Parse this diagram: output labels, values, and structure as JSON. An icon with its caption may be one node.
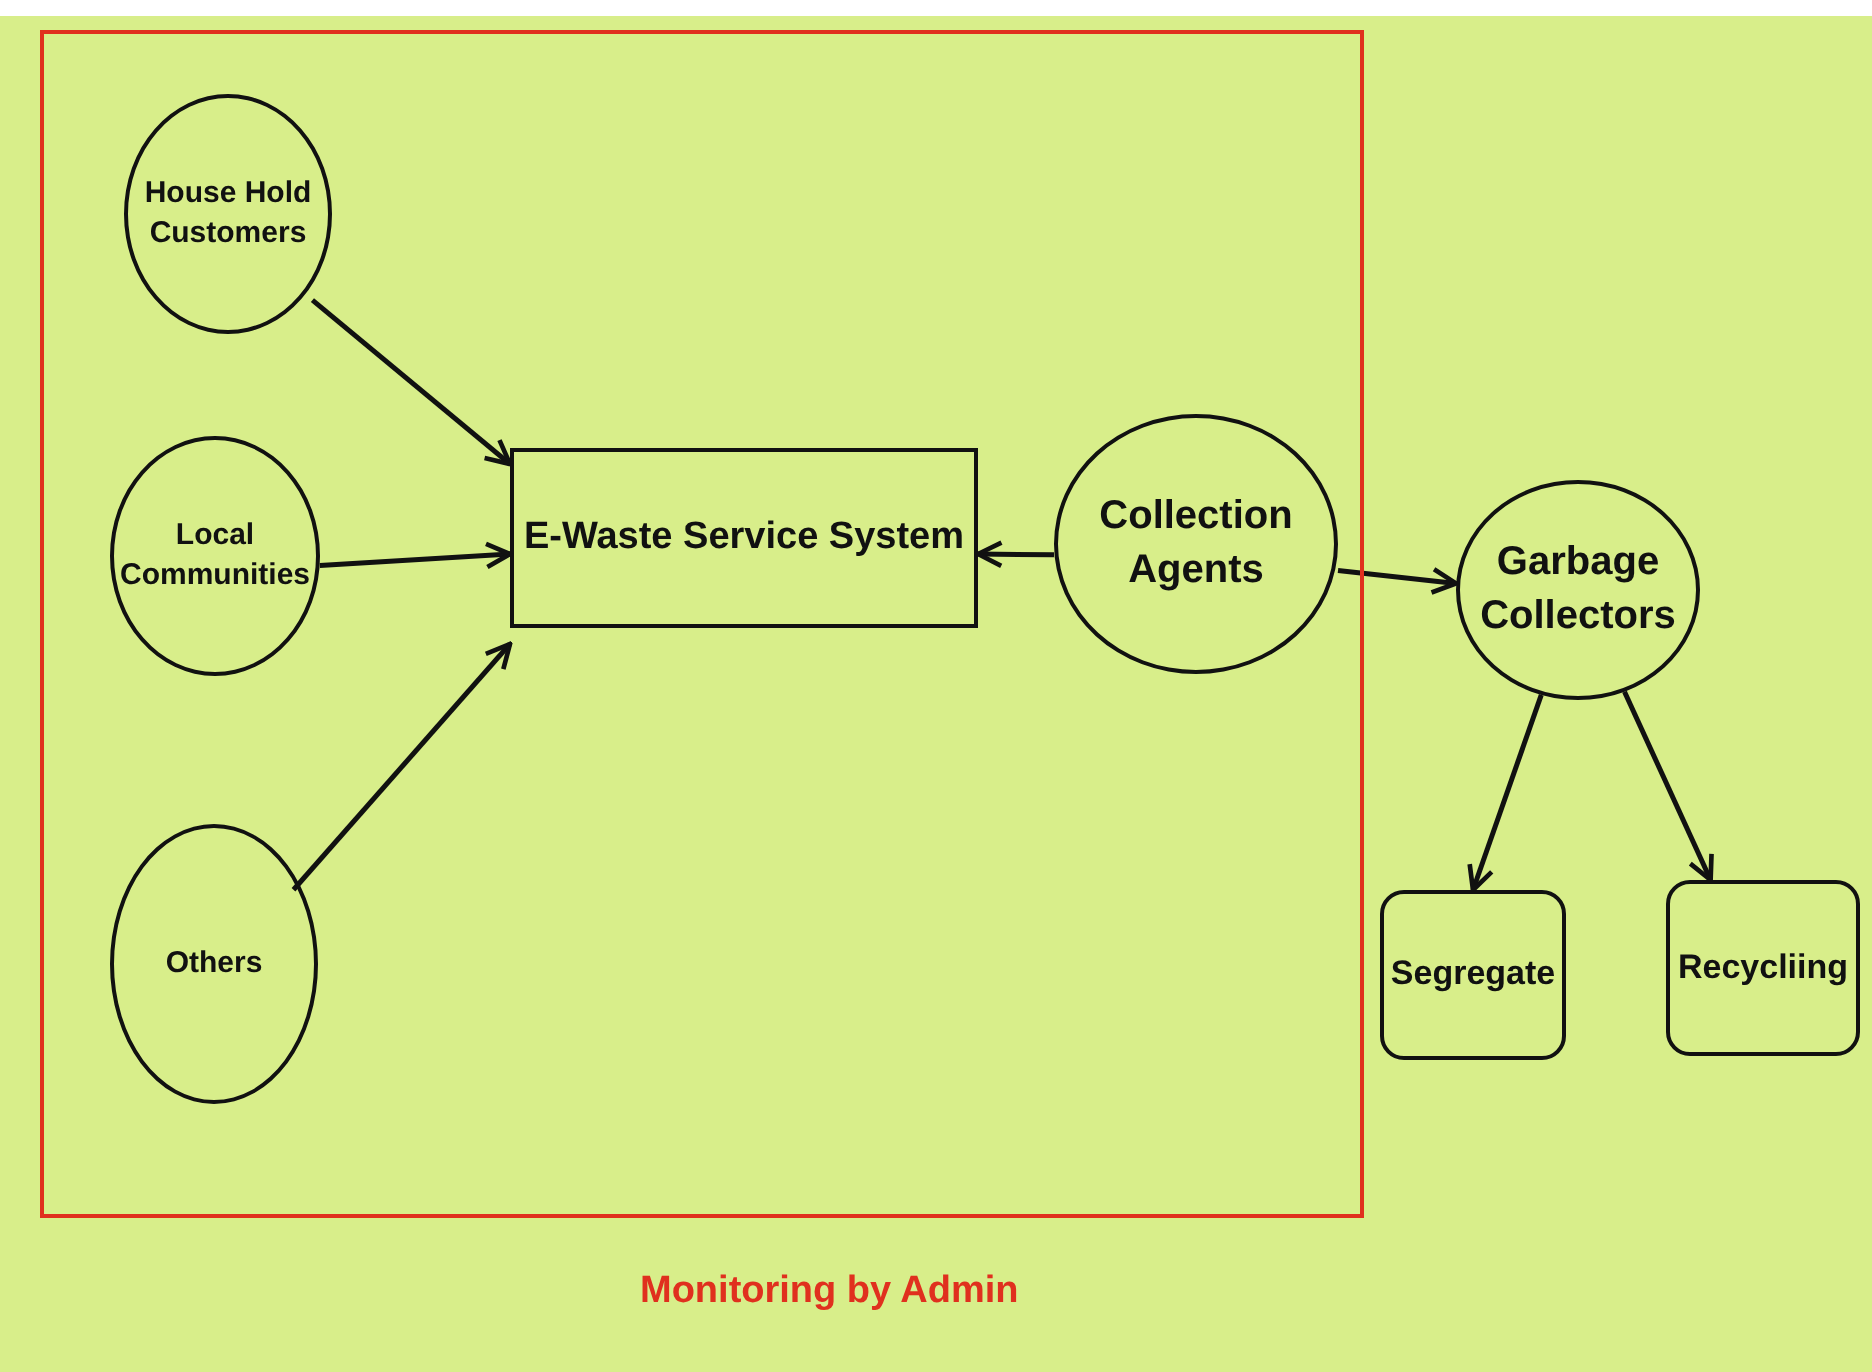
{
  "diagram": {
    "nodes": [
      {
        "text": [
          "Monitoring by Admin"
        ]
      },
      {
        "text": [
          "House Hold Customers"
        ],
        "in": 0
      },
      {
        "text": [
          "Local Communities"
        ],
        "in": 0
      },
      {
        "text": [
          "Others"
        ],
        "in": 0
      },
      {
        "text": [
          "E-Waste Service System"
        ],
        "in": 0
      },
      {
        "text": [
          "Collection Agents"
        ],
        "in": 0
      },
      {
        "text": [
          "Garbage Collectors"
        ]
      },
      {
        "text": [
          "Segregate"
        ]
      },
      {
        "text": [
          "Recycliing"
        ]
      }
    ],
    "edges": [
      {
        "from": 1,
        "to": 4,
        "arrow": "to"
      },
      {
        "from": 2,
        "to": 4,
        "arrow": "to"
      },
      {
        "from": 3,
        "to": 4,
        "arrow": "to"
      },
      {
        "from": 5,
        "to": 4,
        "arrow": "to"
      },
      {
        "from": 5,
        "to": 6,
        "arrow": "to"
      },
      {
        "from": 6,
        "to": 7,
        "arrow": "to"
      },
      {
        "from": 6,
        "to": 8,
        "arrow": "to"
      }
    ]
  }
}
